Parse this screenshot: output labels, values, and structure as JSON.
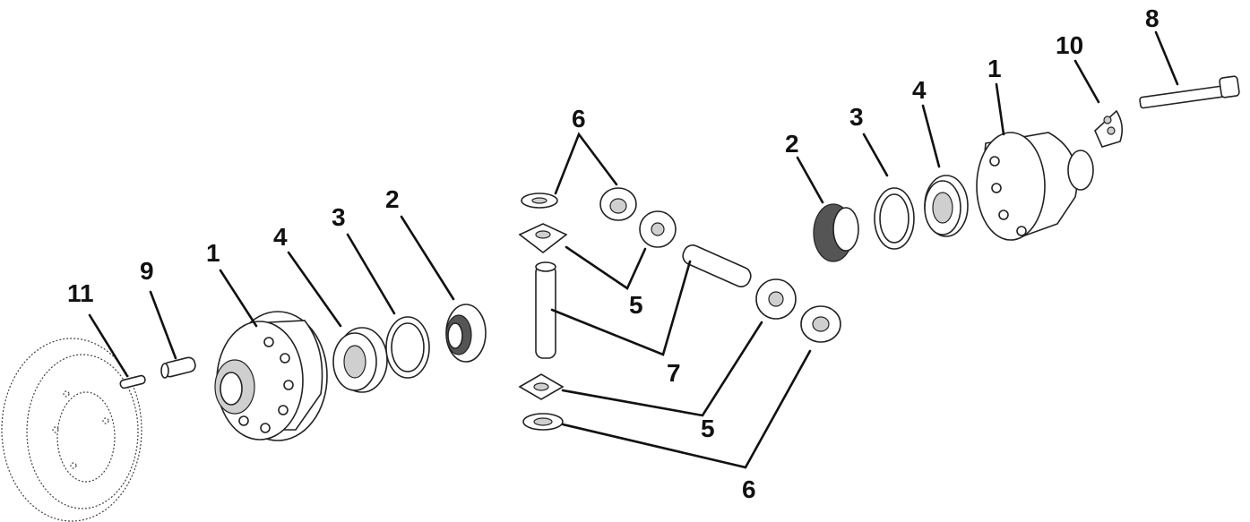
{
  "callouts": {
    "c11": "11",
    "c9": "9",
    "c1_left": "1",
    "c4_left": "4",
    "c3_left": "3",
    "c2_left": "2",
    "c6_top": "6",
    "c5_mid": "5",
    "c7": "7",
    "c5_low": "5",
    "c6_bottom": "6",
    "c2_right": "2",
    "c3_right": "3",
    "c4_right": "4",
    "c1_right": "1",
    "c10": "10",
    "c8": "8"
  }
}
